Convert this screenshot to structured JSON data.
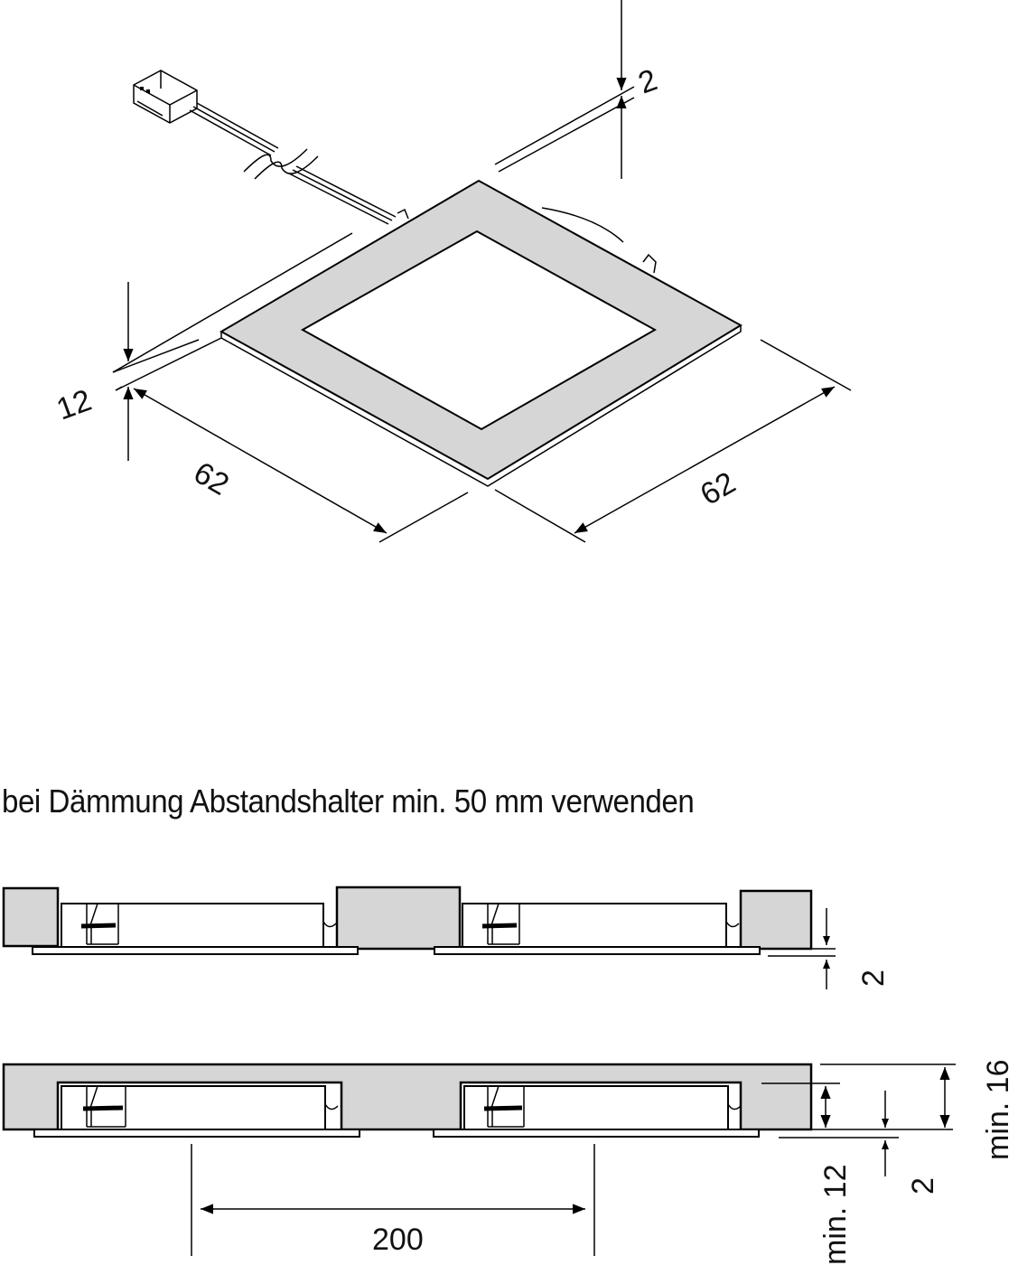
{
  "top_view": {
    "dim_width_left": "62",
    "dim_width_right": "62",
    "dim_height": "12",
    "dim_frame": "2"
  },
  "note": "bei Dämmung Abstandshalter min. 50 mm verwenden",
  "section_1": {
    "dim_frame": "2"
  },
  "section_2": {
    "dim_spacing": "200",
    "dim_min_depth": "min. 12",
    "dim_frame": "2",
    "dim_min_ceiling": "min. 16"
  },
  "colors": {
    "panel_fill": "#d6d6d6",
    "line": "#000000"
  }
}
